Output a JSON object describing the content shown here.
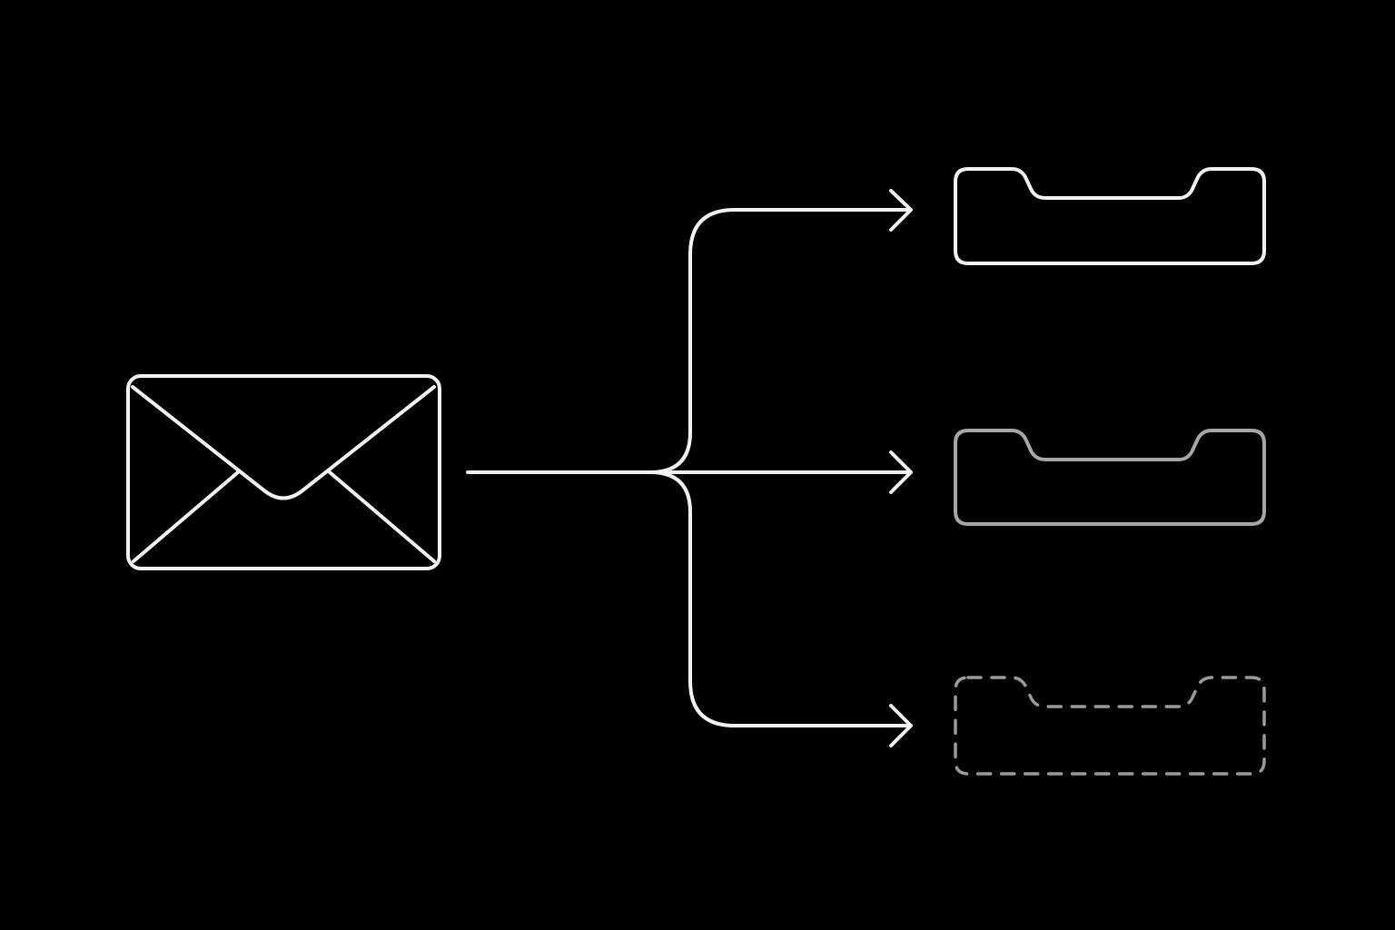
{
  "diagram": {
    "background_color": "#000000",
    "source": {
      "icon": "envelope-icon",
      "color": "#f2f2f2"
    },
    "connectors": {
      "color": "#f2f2f2",
      "branch_count": 3
    },
    "targets": [
      {
        "icon": "tray-icon",
        "style": "solid",
        "color": "#f2f2f2"
      },
      {
        "icon": "tray-icon",
        "style": "solid",
        "color": "#a6a6a6"
      },
      {
        "icon": "tray-icon",
        "style": "dashed",
        "color": "#9a9a9a"
      }
    ]
  }
}
